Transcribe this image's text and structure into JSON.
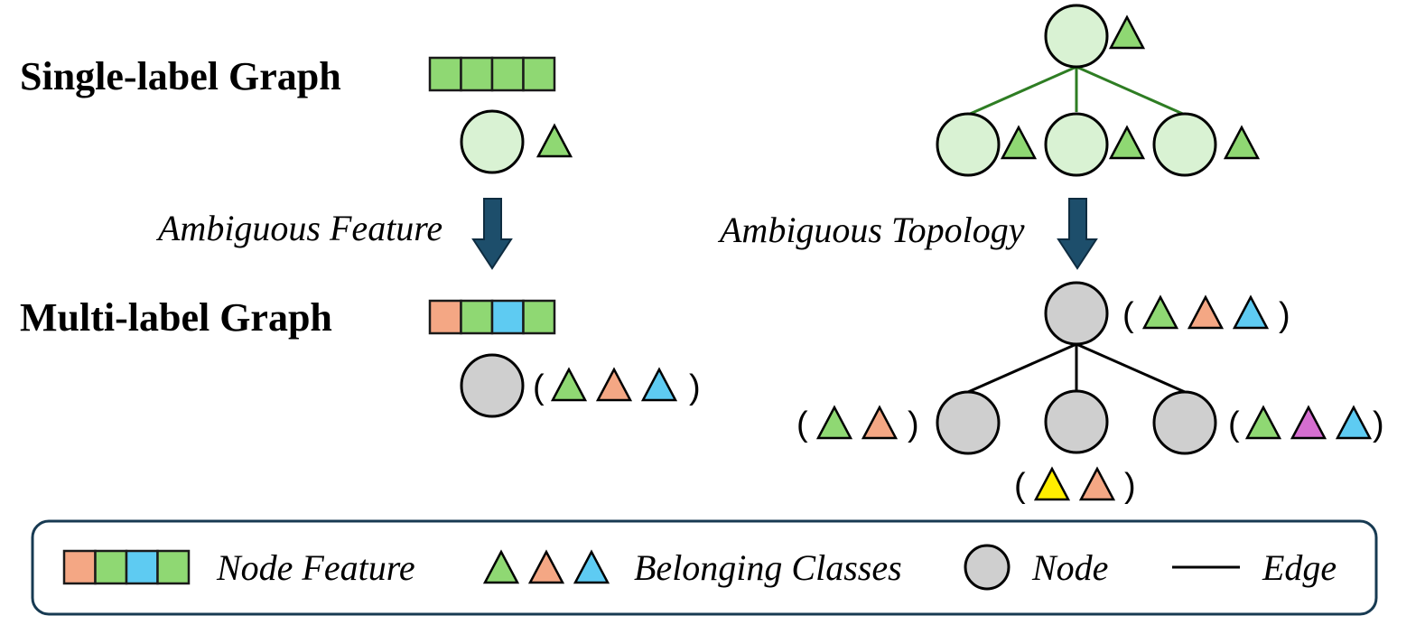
{
  "colors": {
    "green": "#8fd873",
    "orange": "#f4a784",
    "blue": "#5ecbf2",
    "magenta": "#d56ed0",
    "yellow": "#ffee00",
    "light_green_node": "#d9f2d3",
    "gray_node": "#cfcfcf",
    "green_edge": "#2e7d23",
    "black_edge": "#000000",
    "arrow_fill": "#1d4e6b",
    "legend_border": "#173a52"
  },
  "labels": {
    "single_label_graph": "Single-label Graph",
    "multi_label_graph": "Multi-label Graph",
    "ambiguous_feature": "Ambiguous Feature",
    "ambiguous_topology": "Ambiguous Topology"
  },
  "legend": {
    "node_feature": "Node Feature",
    "belonging_classes": "Belonging Classes",
    "node": "Node",
    "edge": "Edge"
  },
  "symbols": {
    "open_paren": "(",
    "close_paren": ")"
  },
  "feature_vectors": {
    "single": [
      "green",
      "green",
      "green",
      "green"
    ],
    "multi": [
      "orange",
      "green",
      "blue",
      "green"
    ],
    "legend": [
      "orange",
      "green",
      "blue",
      "green"
    ]
  },
  "classes": {
    "single_node": [
      "green"
    ],
    "multi_node": [
      "green",
      "orange",
      "blue"
    ],
    "single_tree_root": [
      "green"
    ],
    "single_tree_children": [
      [
        "green"
      ],
      [
        "green"
      ],
      [
        "green"
      ]
    ],
    "multi_tree_root": [
      "green",
      "orange",
      "blue"
    ],
    "multi_tree_left": [
      "green",
      "orange"
    ],
    "multi_tree_middle": [
      "yellow",
      "orange"
    ],
    "multi_tree_right": [
      "green",
      "magenta",
      "blue"
    ],
    "legend": [
      "green",
      "orange",
      "blue"
    ]
  }
}
